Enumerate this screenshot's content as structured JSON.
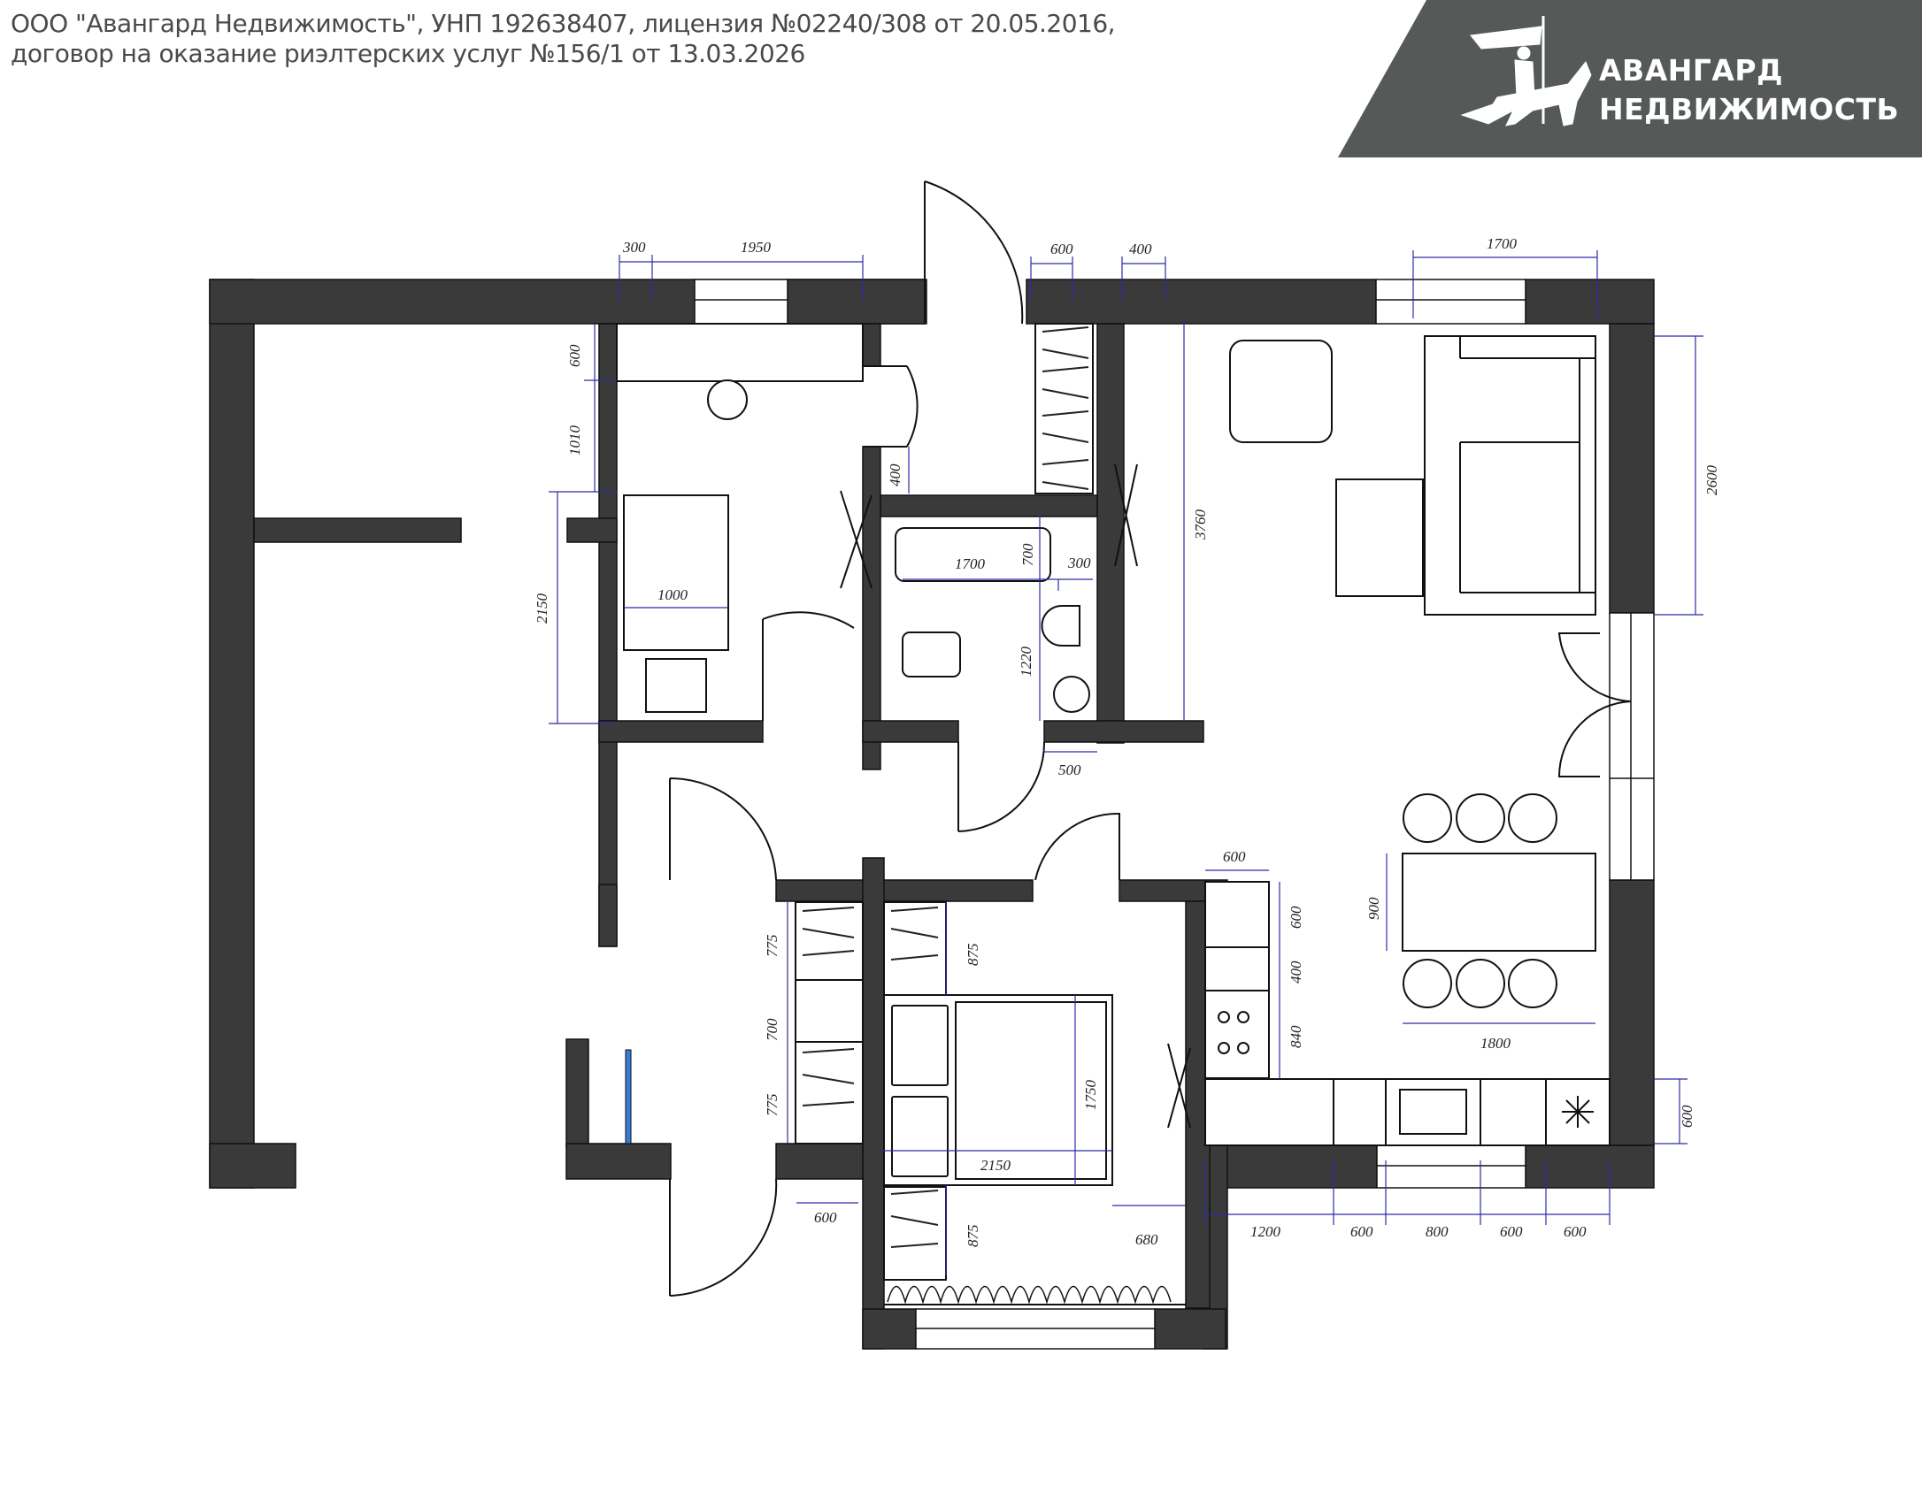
{
  "header": {
    "line1": "ООО \"Авангард Недвижимость\", УНП 192638407, лицензия №02240/308 от 20.05.2016,",
    "line2": "договор на оказание риэлтерских услуг №156/1 от 13.03.2026"
  },
  "logo": {
    "line1": "АВАНГАРД",
    "line2": "НЕДВИЖИМОСТЬ",
    "icon": "knight-on-horse-icon",
    "banner_color": "#555a58"
  },
  "colors": {
    "wall": "#3a3a3a",
    "dimension_line": "#2b2ba8",
    "furniture_stroke": "#111111",
    "glass_accent": "#3a7bd5"
  },
  "dimensions": {
    "top_300": "300",
    "top_1950": "1950",
    "top_600": "600",
    "top_400": "400",
    "top_1700": "1700",
    "left_600": "600",
    "left_1010": "1010",
    "left_2150": "2150",
    "wardrobe_1000": "1000",
    "hall_400": "400",
    "bath_1700": "1700",
    "bath_700": "700",
    "bath_300": "300",
    "bath_1220": "1220",
    "bath_500": "500",
    "living_3760": "3760",
    "living_2600": "2600",
    "kitchen_600_top": "600",
    "kitchen_600_v": "600",
    "kitchen_400_v": "400",
    "kitchen_840_v": "840",
    "table_900": "900",
    "table_1800": "1800",
    "kitchen_600_right": "600",
    "bottom_1200": "1200",
    "bottom_600_a": "600",
    "bottom_800": "800",
    "bottom_600_b": "600",
    "bottom_600_c": "600",
    "closet_775_a": "775",
    "closet_700": "700",
    "closet_775_b": "775",
    "closet_600": "600",
    "bed_875_top": "875",
    "bed_1750": "1750",
    "bed_2150": "2150",
    "bed_875_bottom": "875",
    "bed_680": "680"
  }
}
